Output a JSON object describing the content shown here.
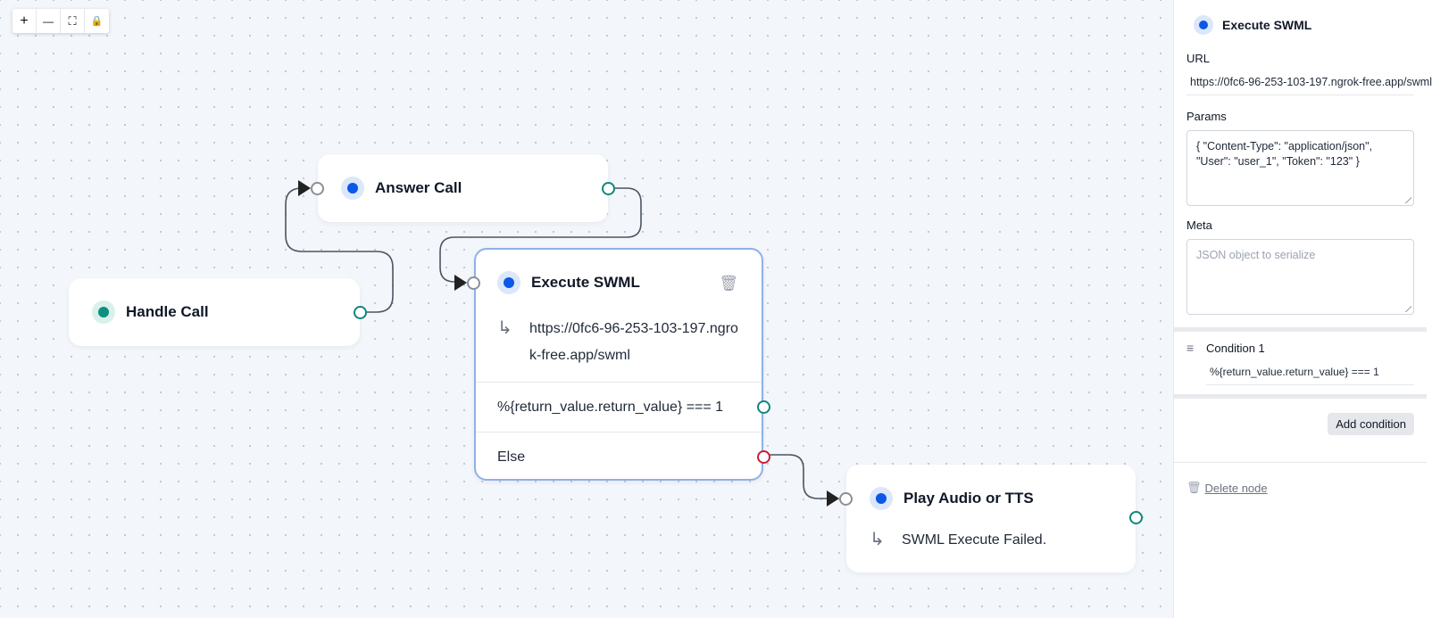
{
  "toolbar": {
    "zoom_in": "+",
    "zoom_out": "—",
    "fit_view": "⛶",
    "lock": "🔒"
  },
  "nodes": {
    "handle_call": {
      "title": "Handle Call"
    },
    "answer_call": {
      "title": "Answer Call"
    },
    "execute_swml": {
      "title": "Execute SWML",
      "url": "https://0fc6-96-253-103-197.ngrok-free.app/swml",
      "conditions": [
        "%{return_value.return_value} === 1",
        "Else"
      ]
    },
    "play_audio": {
      "title": "Play Audio or TTS",
      "text": "SWML Execute Failed."
    }
  },
  "sidebar": {
    "title": "Execute SWML",
    "url_label": "URL",
    "url_value": "https://0fc6-96-253-103-197.ngrok-free.app/swml",
    "params_label": "Params",
    "params_value": "{ \"Content-Type\": \"application/json\", \"User\": \"user_1\", \"Token\": \"123\" }",
    "meta_label": "Meta",
    "meta_placeholder": "JSON object to serialize",
    "condition_title": "Condition 1",
    "condition_value": "%{return_value.return_value} === 1",
    "add_condition": "Add condition",
    "delete_node": "Delete node"
  },
  "colors": {
    "accent_blue": "#0b57e8",
    "teal": "#0c8f7c",
    "error_red": "#c81e3a",
    "selected_border": "#8fb0ea"
  }
}
